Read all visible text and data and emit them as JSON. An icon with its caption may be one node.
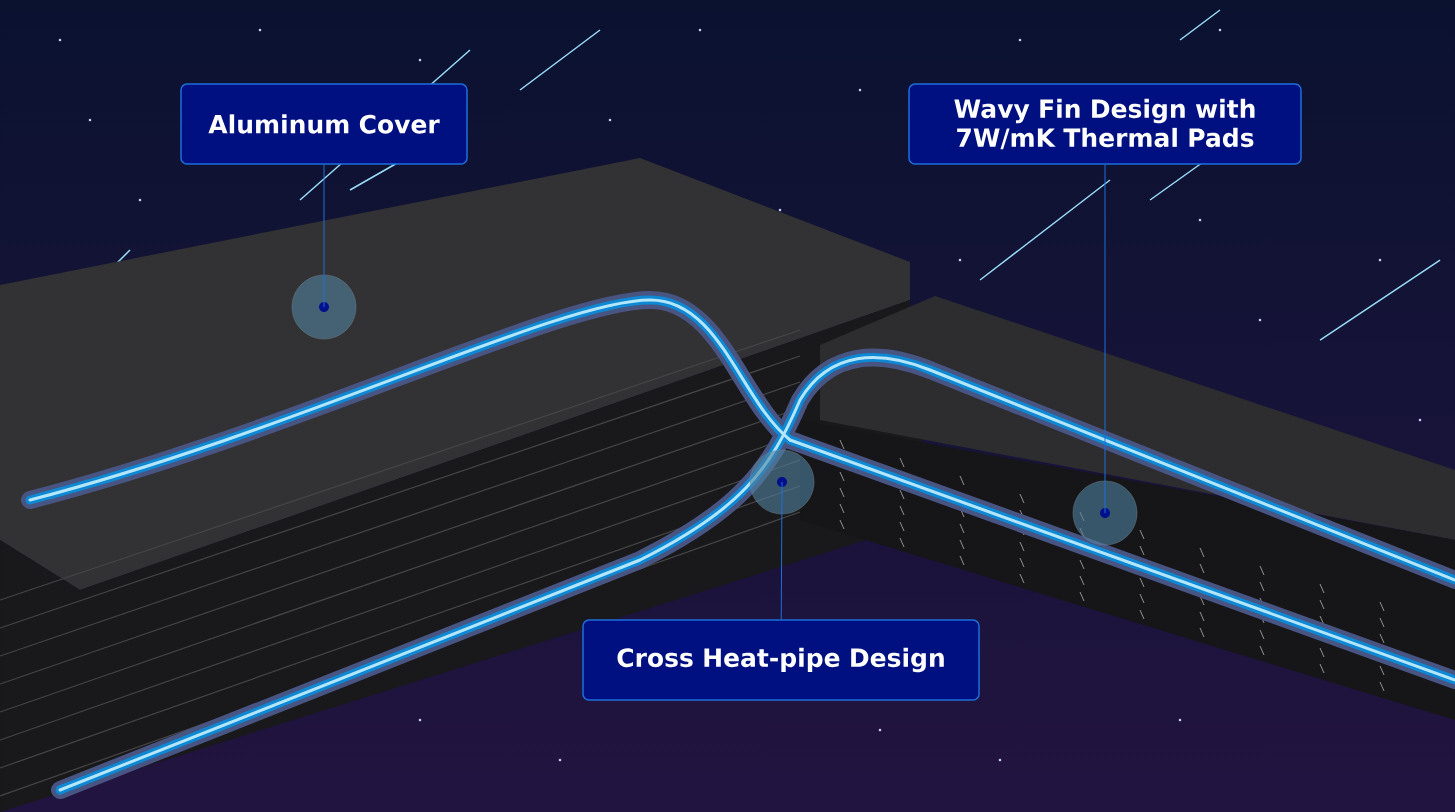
{
  "diagram": {
    "nodes": [
      {
        "text": [
          "Aluminum Cover"
        ]
      },
      {
        "text": [
          "Wavy Fin Design with 7W/mK Thermal Pads"
        ]
      },
      {
        "text": [
          "Cross Heat-pipe Design"
        ]
      },
      {
        "text": [],
        "shape": "circle"
      },
      {
        "text": [],
        "shape": "circle"
      },
      {
        "text": [],
        "shape": "circle"
      }
    ],
    "edges": [
      {
        "from": 0,
        "to": 3,
        "arrow": "none"
      },
      {
        "from": 1,
        "to": 5,
        "arrow": "none"
      },
      {
        "from": 2,
        "to": 4,
        "arrow": "none"
      }
    ]
  }
}
